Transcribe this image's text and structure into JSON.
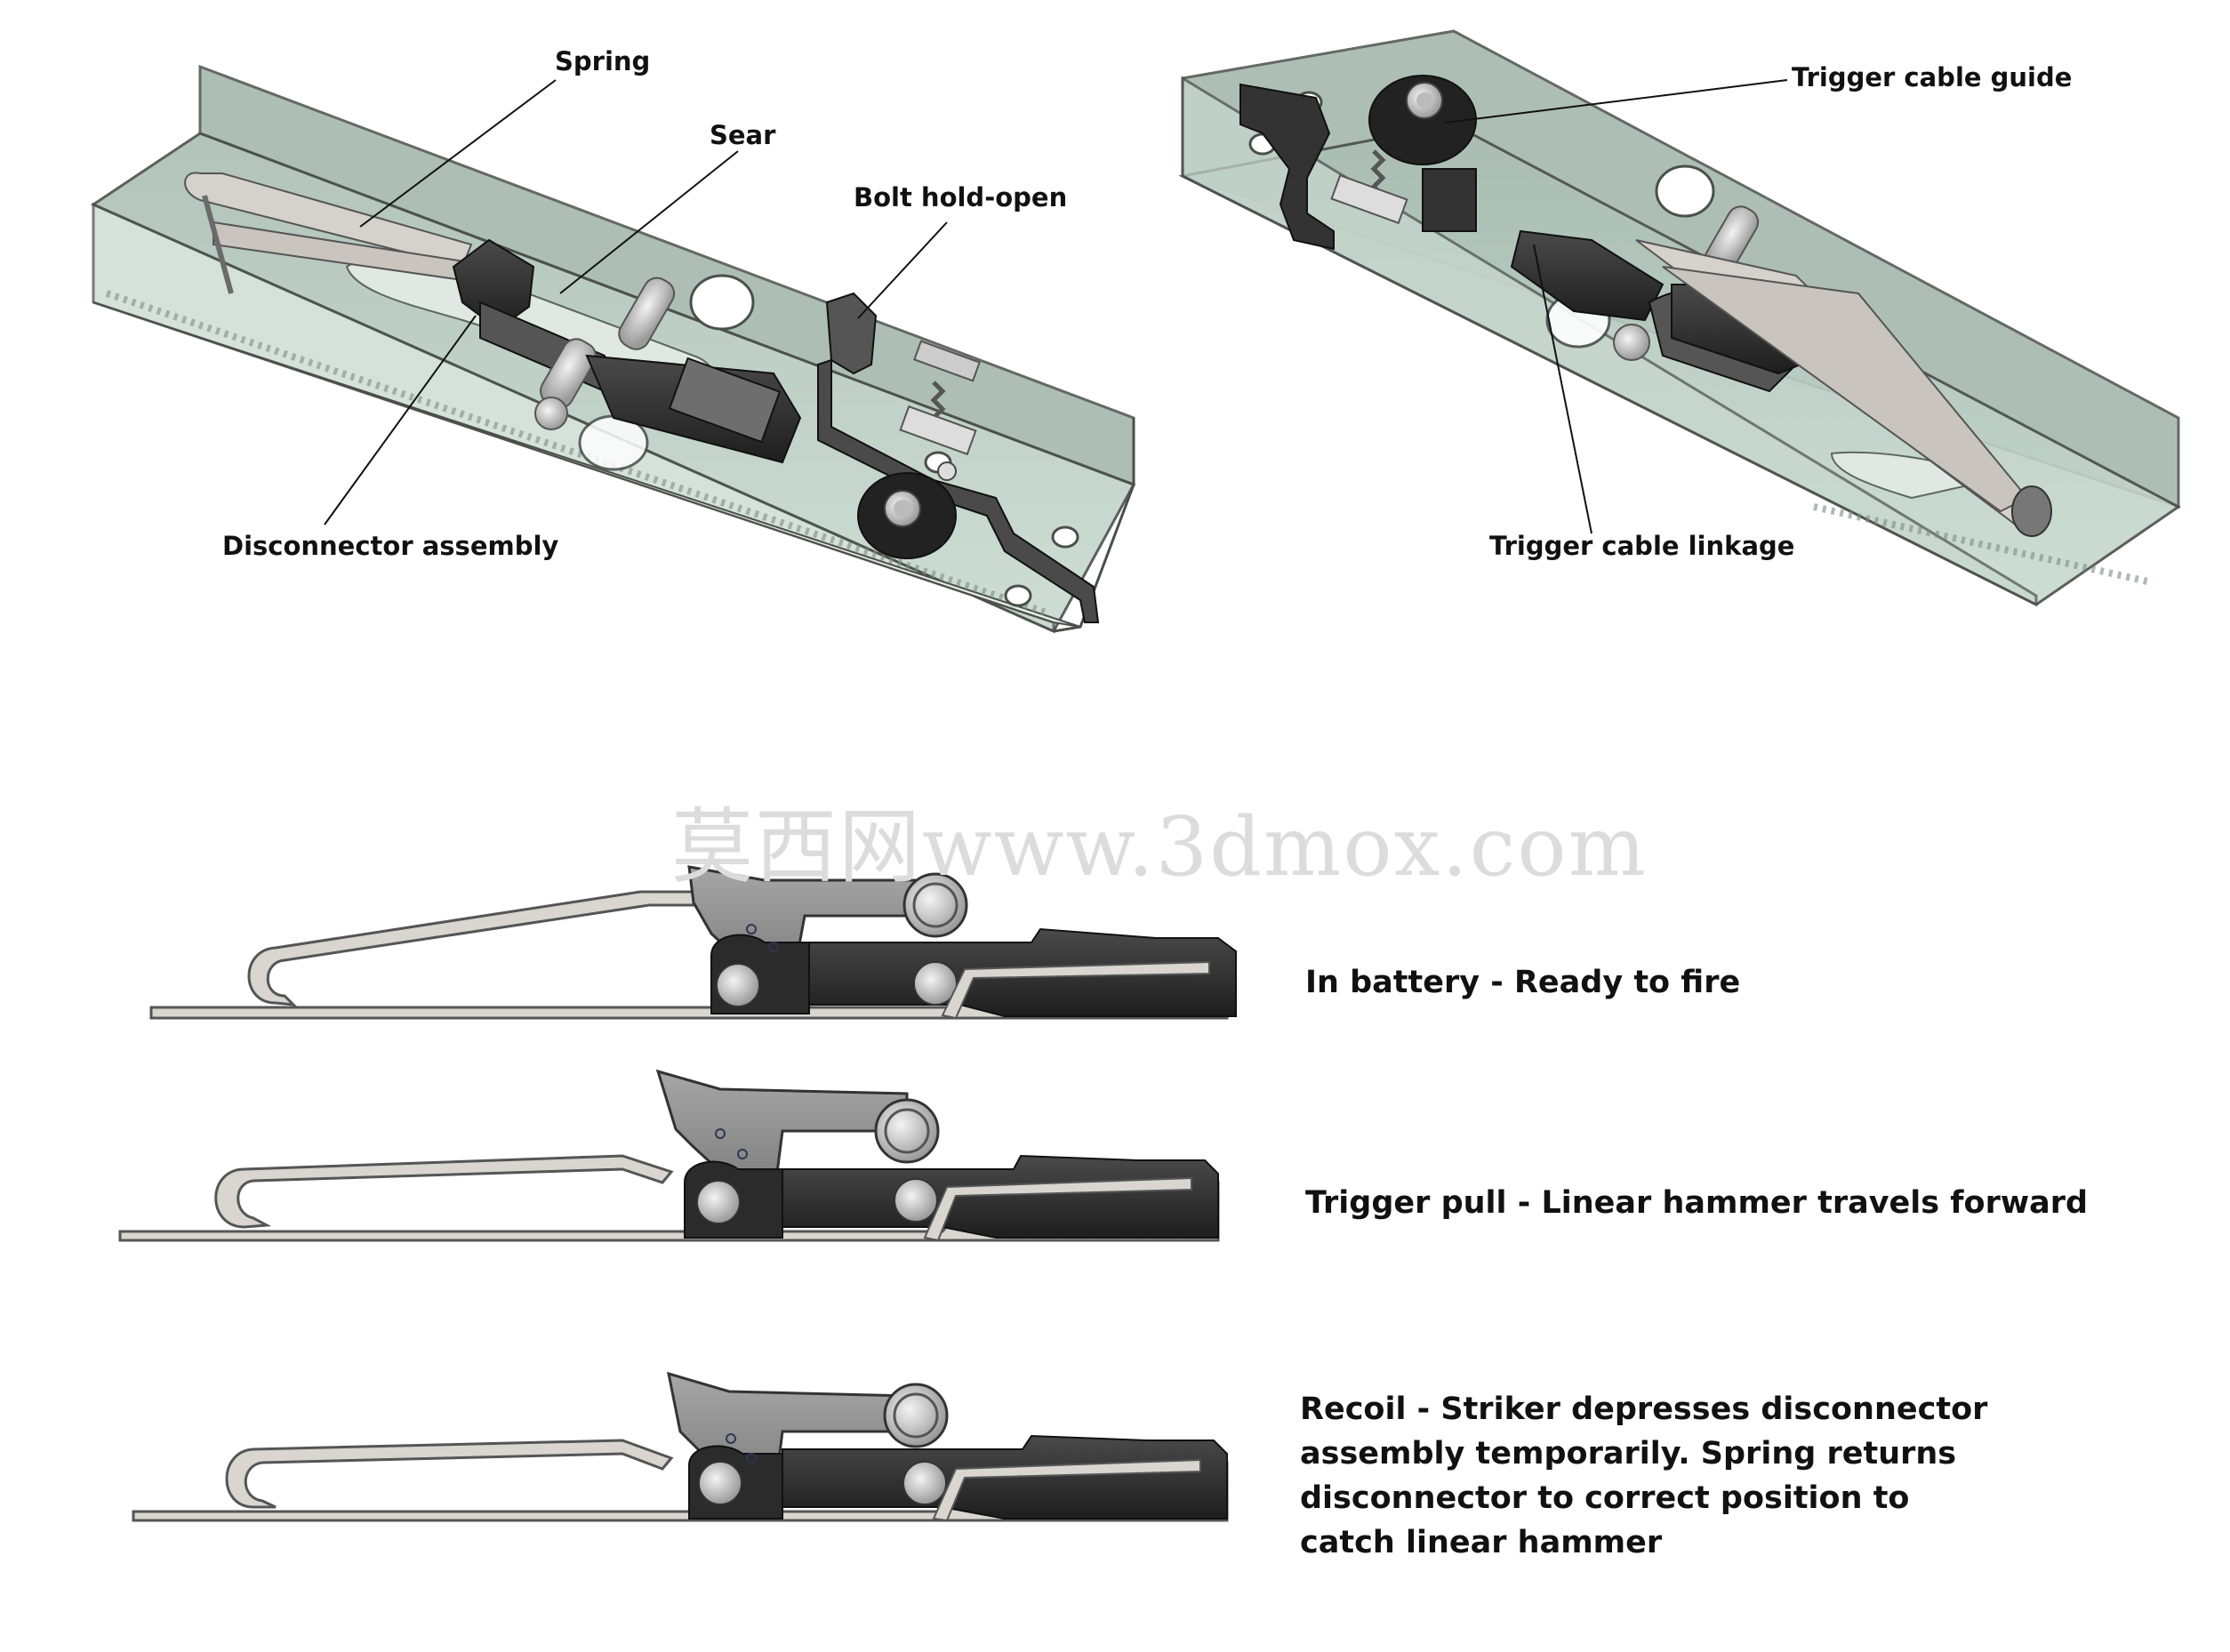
{
  "callouts": {
    "spring": "Spring",
    "sear": "Sear",
    "bolt_hold_open": "Bolt hold-open",
    "disconnector_assembly": "Disconnector assembly",
    "trigger_cable_guide": "Trigger cable guide",
    "trigger_cable_linkage": "Trigger cable linkage"
  },
  "watermark": "莫西网www.3dmox.com",
  "captions": {
    "in_battery": "In battery - Ready to fire",
    "trigger_pull": "Trigger pull - Linear hammer travels forward",
    "recoil_lines": [
      "Recoil - Striker depresses disconnector",
      "assembly temporarily.  Spring returns",
      "disconnector to correct position to",
      "catch linear hammer"
    ]
  },
  "colors": {
    "housing_fill": "#b9cdc4",
    "housing_stroke": "#4a4f4c",
    "spring_fill": "#d9d5cf",
    "dark_part": "#2b2b2b",
    "gray_part": "#8c8c8c",
    "text": "#111111"
  }
}
